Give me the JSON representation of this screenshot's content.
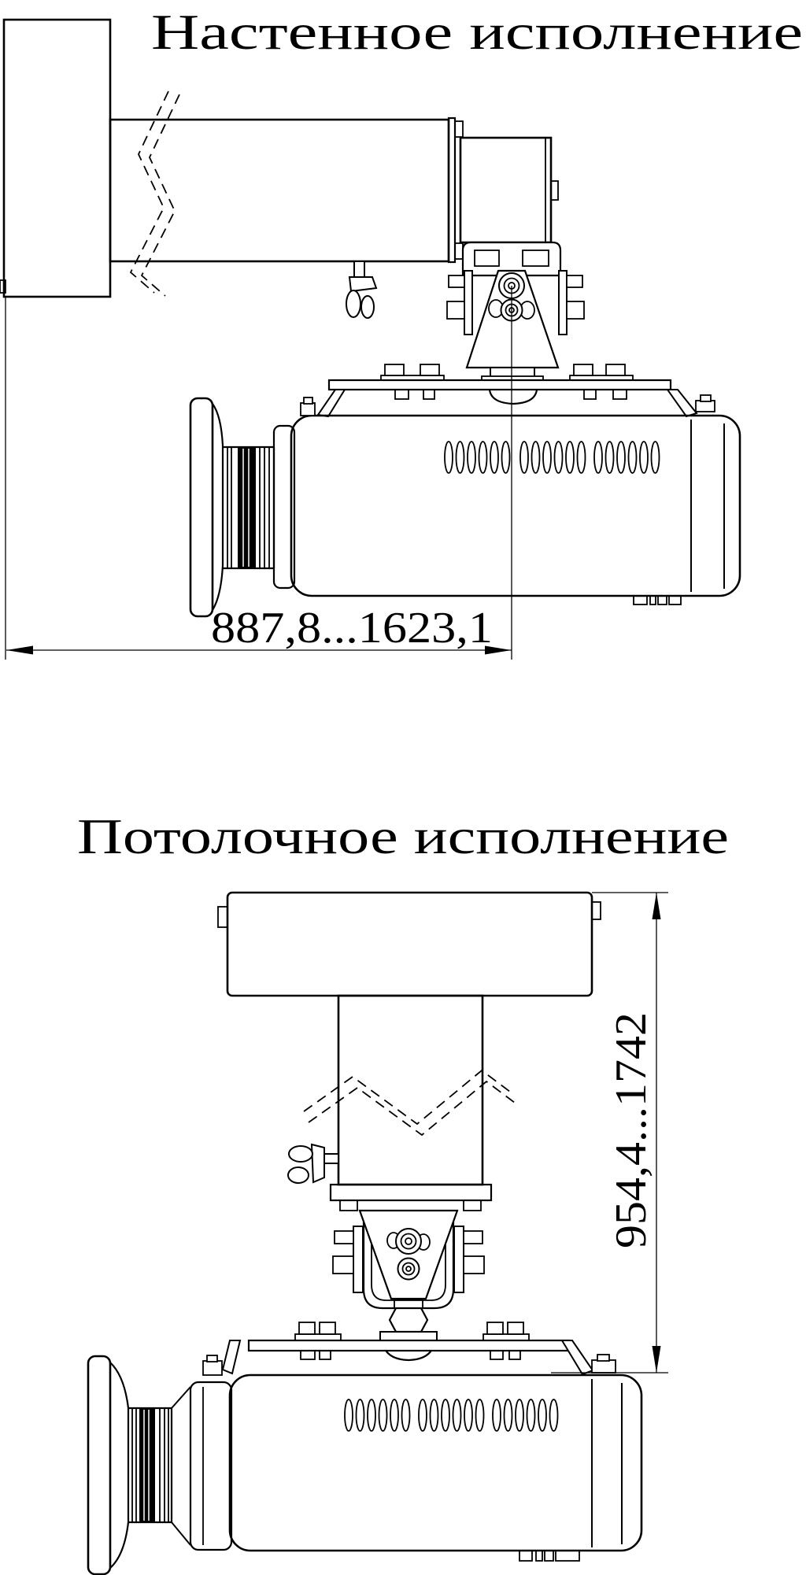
{
  "page": {
    "background_color": "#ffffff",
    "line_color": "#000000"
  },
  "wall_mount": {
    "title": "Настенное исполнение",
    "dimension_label": "887,8...1623,1"
  },
  "ceiling_mount": {
    "title": "Потолочное исполнение",
    "dimension_label": "954,4...1742"
  }
}
